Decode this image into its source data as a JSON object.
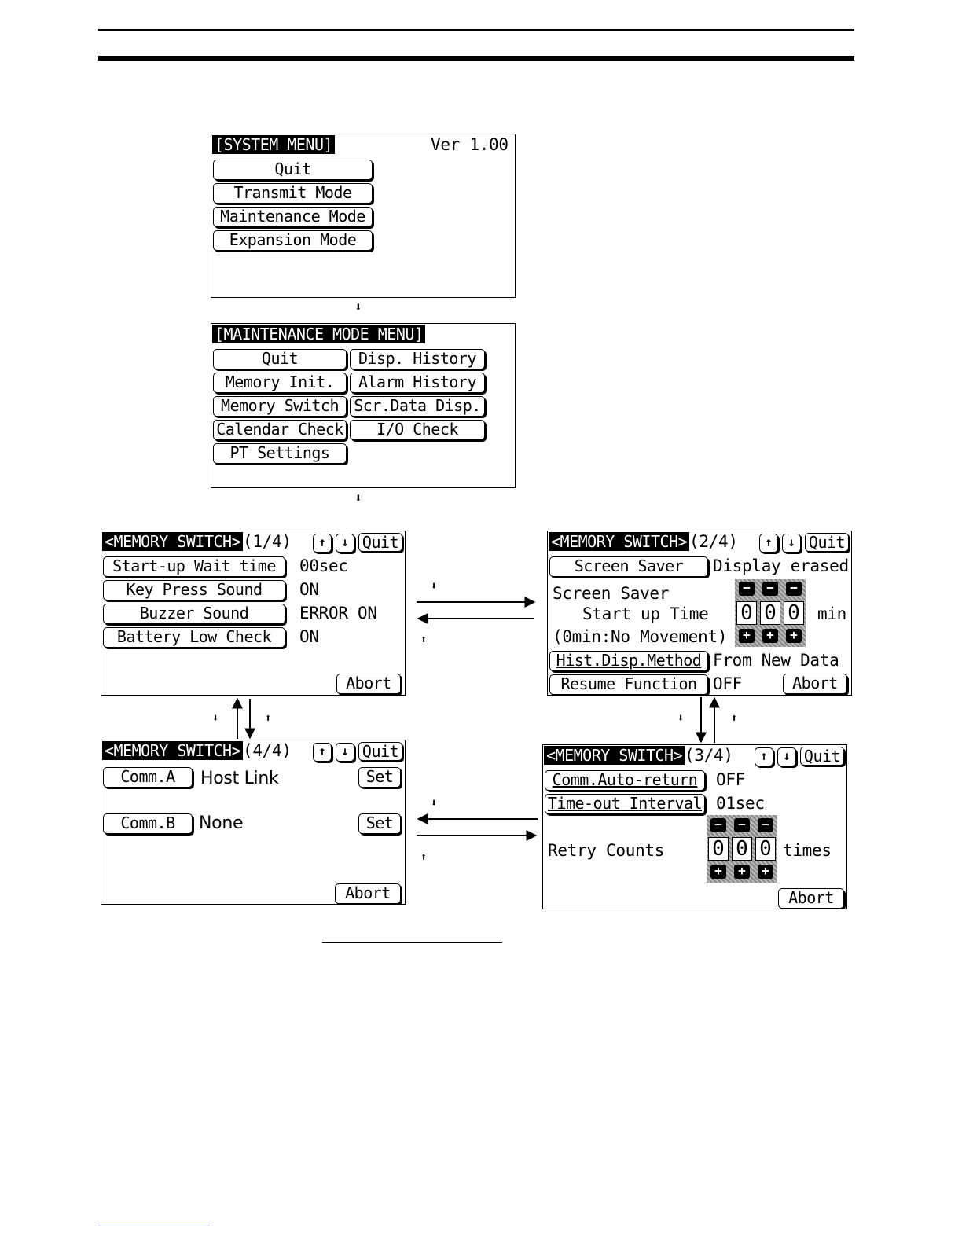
{
  "system_menu": {
    "title": "[SYSTEM MENU]",
    "version": "Ver 1.00",
    "buttons": [
      "Quit",
      "Transmit Mode",
      "Maintenance Mode",
      "Expansion Mode"
    ]
  },
  "maintenance_menu": {
    "title": "[MAINTENANCE MODE MENU]",
    "buttons": [
      "Quit",
      "Disp. History",
      "Memory Init.",
      "Alarm History",
      "Memory Switch",
      "Scr.Data Disp.",
      "Calendar Check",
      "I/O Check",
      "PT Settings"
    ]
  },
  "memory_switch_1": {
    "title": "<MEMORY SWITCH>",
    "page": "(1/4)",
    "up": "↑",
    "down": "↓",
    "quit": "Quit",
    "rows": [
      {
        "label": "Start-up Wait time",
        "value": "00sec"
      },
      {
        "label": "Key Press Sound",
        "value": "ON"
      },
      {
        "label": "Buzzer Sound",
        "value": "ERROR ON"
      },
      {
        "label": "Battery Low Check",
        "value": "ON"
      }
    ],
    "abort": "Abort"
  },
  "memory_switch_2": {
    "title": "<MEMORY SWITCH>",
    "page": "(2/4)",
    "up": "↑",
    "down": "↓",
    "quit": "Quit",
    "screen_saver_label": "Screen Saver",
    "screen_saver_value": "Display erased",
    "start_label_1": "Screen Saver",
    "start_label_2": "Start up Time",
    "start_label_3": "(0min:No Movement)",
    "digits": [
      "0",
      "0",
      "0"
    ],
    "unit": "min",
    "minus": "−",
    "plus": "+",
    "hist_label": "Hist.Disp.Method",
    "hist_value": "From New Data",
    "resume_label": "Resume Function",
    "resume_value": "OFF",
    "abort": "Abort"
  },
  "memory_switch_3": {
    "title": "<MEMORY SWITCH>",
    "page": "(3/4)",
    "up": "↑",
    "down": "↓",
    "quit": "Quit",
    "auto_return_label": "Comm.Auto-return",
    "auto_return_value": "OFF",
    "timeout_label": "Time-out Interval",
    "timeout_value": "01sec",
    "retry_label": "Retry Counts",
    "digits": [
      "0",
      "0",
      "0"
    ],
    "unit": "times",
    "minus": "−",
    "plus": "+",
    "abort": "Abort"
  },
  "memory_switch_4": {
    "title": "<MEMORY SWITCH>",
    "page": "(4/4)",
    "up": "↑",
    "down": "↓",
    "quit": "Quit",
    "comm_a_label": "Comm.A",
    "comm_a_value": "Host Link",
    "comm_b_label": "Comm.B",
    "comm_b_value": "None",
    "set": "Set",
    "abort": "Abort"
  },
  "flow_markers": {
    "down": "⬇",
    "up": "⬆"
  }
}
